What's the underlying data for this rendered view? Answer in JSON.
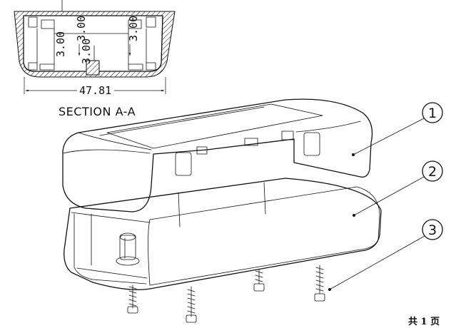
{
  "section": {
    "title": "SECTION A-A",
    "dim_width": "47.81",
    "dim_wall_left": "3.00",
    "dim_wall_center": "3.00",
    "dim_wall_vertical": "3.00",
    "dim_wall_right": "3.00"
  },
  "balloons": [
    {
      "label": "1"
    },
    {
      "label": "2"
    },
    {
      "label": "3"
    }
  ],
  "footer": {
    "sheet_text": "共 1 页"
  }
}
